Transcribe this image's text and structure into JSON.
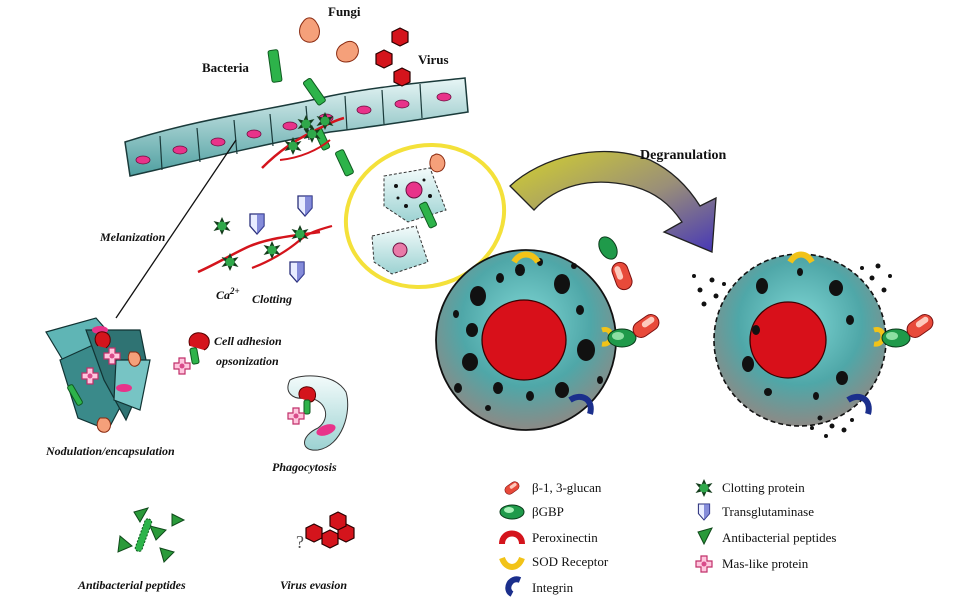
{
  "labels": {
    "fungi": "Fungi",
    "bacteria": "Bacteria",
    "virus": "Virus",
    "degranulation": "Degranulation",
    "melanization": "Melanization",
    "ca_base": "Ca",
    "ca_sup": "2+",
    "clotting": "Clotting",
    "cell_adhesion_1": "Cell adhesion",
    "cell_adhesion_2": "opsonization",
    "nodulation": "Nodulation/encapsulation",
    "phagocytosis": "Phagocytosis",
    "antibacterial_peptides": "Antibacterial peptides",
    "virus_evasion": "Virus evasion"
  },
  "legend": [
    {
      "icon": "beta-glucan-icon",
      "label": "β-1, 3-glucan"
    },
    {
      "icon": "bgbp-icon",
      "label": "βGBP"
    },
    {
      "icon": "peroxinectin-icon",
      "label": "Peroxinectin"
    },
    {
      "icon": "sod-receptor-icon",
      "label": "SOD Receptor"
    },
    {
      "icon": "integrin-icon",
      "label": "Integrin"
    },
    {
      "icon": "clotting-protein-icon",
      "label": "Clotting protein"
    },
    {
      "icon": "transglutaminase-icon",
      "label": "Transglutaminase"
    },
    {
      "icon": "antibacterial-peptide-icon",
      "label": "Antibacterial peptides"
    },
    {
      "icon": "mas-like-protein-icon",
      "label": "Mas-like protein"
    }
  ],
  "colors": {
    "cell_fill": "#5fb5b5",
    "nucleus": "#d8101a",
    "glucan": "#e8483a",
    "bgbp": "#1f9a4a",
    "sod": "#f2c318",
    "integrin": "#1b2f8c",
    "ring": "#f4e13a",
    "arrow_top": "#c4c72a",
    "arrow_bottom": "#5548b8",
    "bacteria": "#2db34a",
    "virus": "#d4141c"
  }
}
